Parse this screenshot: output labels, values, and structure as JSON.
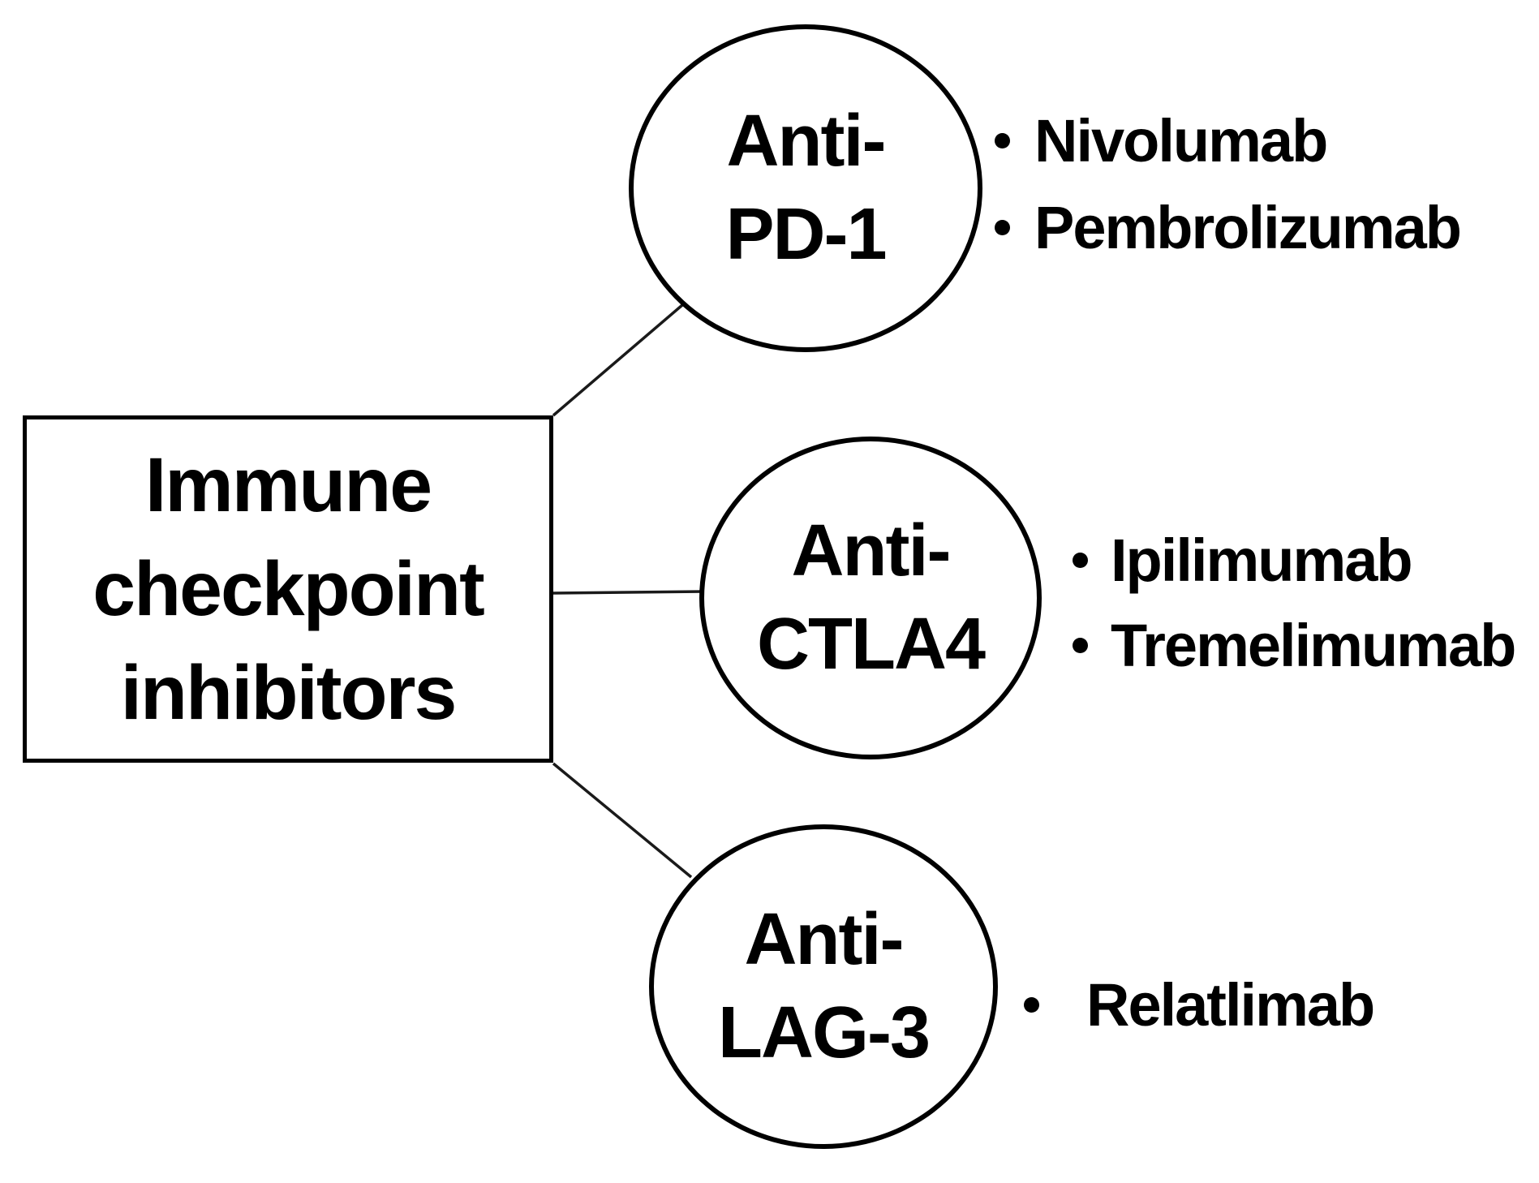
{
  "diagram_title": "Immune checkpoint inhibitors",
  "root_node": {
    "lines": [
      "Immune",
      "checkpoint",
      "inhibitors"
    ]
  },
  "branches": [
    {
      "target": {
        "id": "anti-pd1",
        "lines": [
          "Anti-",
          "PD-1"
        ]
      },
      "drugs": [
        "Nivolumab",
        "Pembrolizumab"
      ]
    },
    {
      "target": {
        "id": "anti-ctla4",
        "lines": [
          "Anti-",
          "CTLA4"
        ]
      },
      "drugs": [
        "Ipilimumab",
        "Tremelimumab"
      ]
    },
    {
      "target": {
        "id": "anti-lag3",
        "lines": [
          "Anti-",
          "LAG-3"
        ]
      },
      "drugs": [
        "Relatlimab"
      ]
    }
  ],
  "colors": {
    "ink": "#000000",
    "line": "#1a1a1a",
    "background": "#ffffff"
  }
}
